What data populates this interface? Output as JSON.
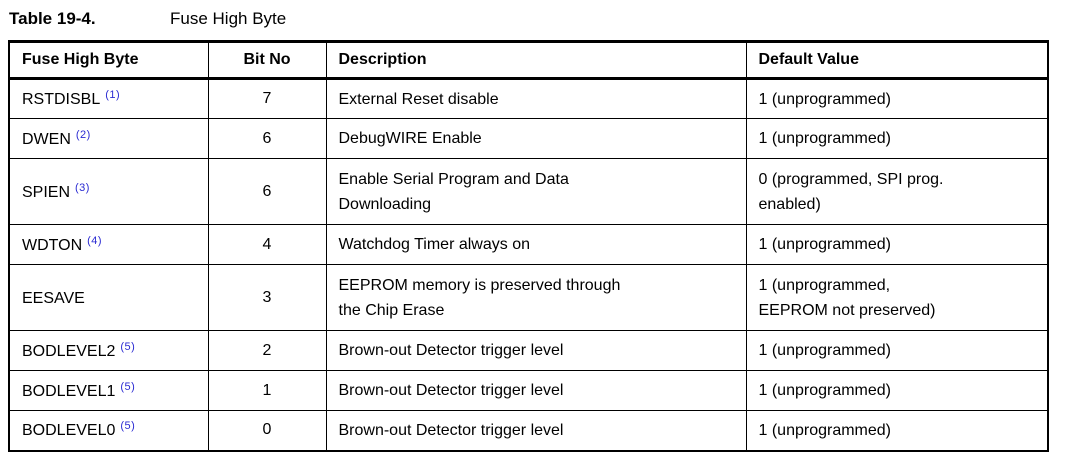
{
  "title": {
    "label": "Table 19-4.",
    "caption": "Fuse High Byte"
  },
  "table": {
    "headers": [
      "Fuse High Byte",
      "Bit No",
      "Description",
      "Default Value"
    ],
    "rows": [
      {
        "name": "RSTDISBL",
        "footnote": "(1)",
        "bit": "7",
        "description": "External Reset disable",
        "default": "1 (unprogrammed)"
      },
      {
        "name": "DWEN",
        "footnote": "(2)",
        "bit": "6",
        "description": "DebugWIRE Enable",
        "default": "1 (unprogrammed)"
      },
      {
        "name": "SPIEN",
        "footnote": "(3)",
        "bit": "6",
        "description": "Enable Serial Program and Data\nDownloading",
        "default": "0 (programmed, SPI prog.\nenabled)"
      },
      {
        "name": "WDTON",
        "footnote": "(4)",
        "bit": "4",
        "description": "Watchdog Timer always on",
        "default": "1 (unprogrammed)"
      },
      {
        "name": "EESAVE",
        "footnote": "",
        "bit": "3",
        "description": "EEPROM memory is preserved through\nthe Chip Erase",
        "default": "1 (unprogrammed,\nEEPROM not preserved)"
      },
      {
        "name": "BODLEVEL2",
        "footnote": "(5)",
        "bit": "2",
        "description": "Brown-out Detector trigger level",
        "default": "1 (unprogrammed)"
      },
      {
        "name": "BODLEVEL1",
        "footnote": "(5)",
        "bit": "1",
        "description": "Brown-out Detector trigger level",
        "default": "1 (unprogrammed)"
      },
      {
        "name": "BODLEVEL0",
        "footnote": "(5)",
        "bit": "0",
        "description": "Brown-out Detector trigger level",
        "default": "1 (unprogrammed)"
      }
    ],
    "colors": {
      "text": "#000000",
      "border": "#000000",
      "background": "#ffffff",
      "footnote_link": "#2a2ad2"
    }
  }
}
